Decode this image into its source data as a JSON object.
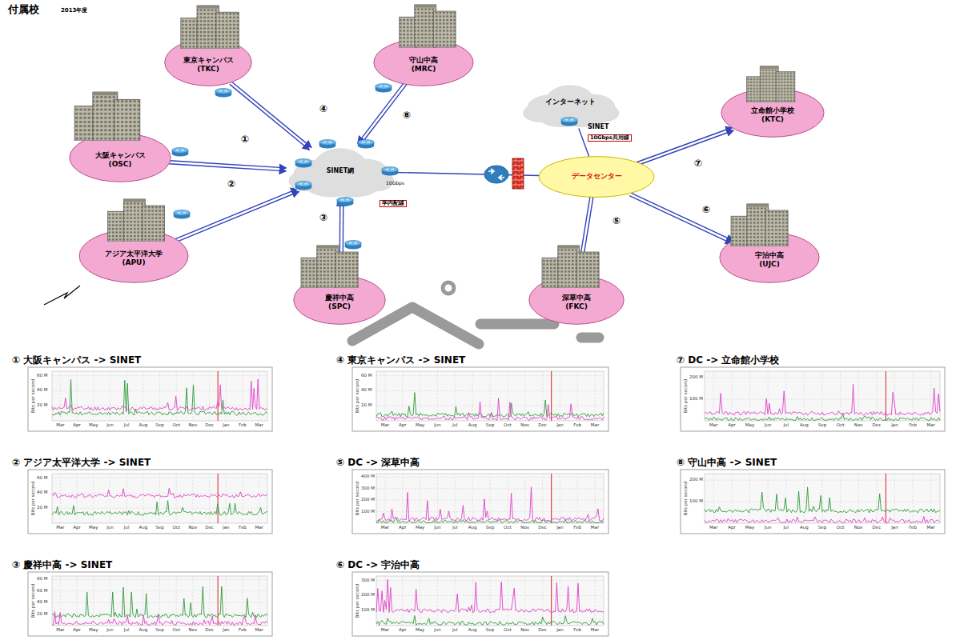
{
  "diagram": {
    "title": "付属校",
    "nodes": [
      {
        "text": [
          "東京キャンパス",
          "(TKC)"
        ]
      },
      {
        "text": [
          "守山中高",
          "(MRC)"
        ]
      },
      {
        "text": [
          "インターネット"
        ]
      },
      {
        "text": [
          "大阪キャンパス",
          "(OSC)"
        ]
      },
      {
        "text": [
          "立命館小学校",
          "(KTC)"
        ]
      },
      {
        "text": [
          "SINET網"
        ]
      },
      {
        "text": [
          "データセンター"
        ]
      },
      {
        "text": [
          "アジア太平洋大学",
          "(APU)"
        ]
      },
      {
        "text": [
          "宇治中高",
          "(UJC)"
        ]
      },
      {
        "text": [
          "慶祥中高",
          "(SPC)"
        ]
      },
      {
        "text": [
          "深草中高",
          "(FKC)"
        ]
      }
    ],
    "edges": [
      {
        "from": 3,
        "to": 5,
        "arrow": "to",
        "label": "①"
      },
      {
        "from": 7,
        "to": 5,
        "arrow": "to",
        "label": "②"
      },
      {
        "from": 9,
        "to": 5,
        "arrow": "to",
        "label": "③"
      },
      {
        "from": 0,
        "to": 5,
        "arrow": "to",
        "label": "④"
      },
      {
        "from": 1,
        "to": 5,
        "arrow": "to",
        "label": "⑧"
      },
      {
        "from": 5,
        "to": 6,
        "arrow": "none"
      },
      {
        "from": 2,
        "to": 6,
        "arrow": "none"
      },
      {
        "from": 6,
        "to": 10,
        "arrow": "to",
        "label": "⑤"
      },
      {
        "from": 6,
        "to": 8,
        "arrow": "to",
        "label": "⑥"
      },
      {
        "from": 6,
        "to": 4,
        "arrow": "to",
        "label": "⑦"
      }
    ],
    "labels": [
      "2013年度",
      "SINET",
      "10Gbps共用線",
      "10Gbps",
      "学内配線",
      "① 大阪キャンパス -> SINET",
      "Bits per second",
      "60 M",
      "40 M",
      "20 M",
      "Mar",
      "Apr",
      "May",
      "Jun",
      "Jul",
      "Aug",
      "Sep",
      "Oct",
      "Nov",
      "Dec",
      "Jan",
      "Feb",
      "Mar",
      "④ 東京キャンパス -> SINET",
      "Bits per second",
      "60 M",
      "40 M",
      "20 M",
      "Mar",
      "Apr",
      "May",
      "Jun",
      "Jul",
      "Aug",
      "Sep",
      "Oct",
      "Nov",
      "Dec",
      "Jan",
      "Feb",
      "Mar",
      "⑦ DC -> 立命館小学校",
      "Bits per second",
      "200 M",
      "100 M",
      "Mar",
      "Apr",
      "May",
      "Jun",
      "Jul",
      "Aug",
      "Sep",
      "Oct",
      "Nov",
      "Dec",
      "Jan",
      "Feb",
      "Mar",
      "② アジア太平洋大学 -> SINET",
      "Bits per second",
      "60 M",
      "40 M",
      "20 M",
      "Mar",
      "Apr",
      "May",
      "Jun",
      "Jul",
      "Aug",
      "Sep",
      "Oct",
      "Nov",
      "Dec",
      "Jan",
      "Feb",
      "Mar",
      "⑤ DC -> 深草中高",
      "Bits per second",
      "400 M",
      "300 M",
      "200 M",
      "100 M",
      "Mar",
      "Apr",
      "May",
      "Jun",
      "Jul",
      "Aug",
      "Sep",
      "Oct",
      "Nov",
      "Dec",
      "Jan",
      "Feb",
      "Mar",
      "⑧ 守山中高 -> SINET",
      "Bits per second",
      "200 M",
      "100 M",
      "Mar",
      "Apr",
      "May",
      "Jun",
      "Jul",
      "Aug",
      "Sep",
      "Oct",
      "Nov",
      "Dec",
      "Jan",
      "Feb",
      "Mar",
      "③ 慶祥中高 -> SINET",
      "Bits per second",
      "80 M",
      "60 M",
      "40 M",
      "20 M",
      "Mar",
      "Apr",
      "May",
      "Jun",
      "Jul",
      "Aug",
      "Sep",
      "Oct",
      "Nov",
      "Dec",
      "Jan",
      "Feb",
      "Mar",
      "⑥ DC -> 宇治中高",
      "Bits per second",
      "300 M",
      "200 M",
      "100 M",
      "Mar",
      "Apr",
      "May",
      "Jun",
      "Jul",
      "Aug",
      "Sep",
      "Oct",
      "Nov",
      "Dec",
      "Jan",
      "Feb",
      "Mar"
    ]
  }
}
